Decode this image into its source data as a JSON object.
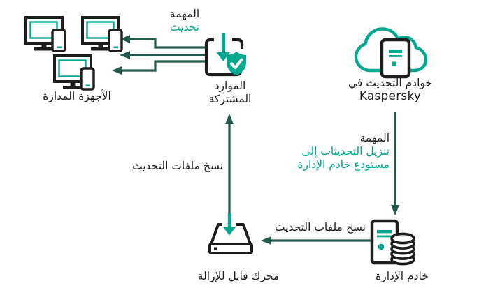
{
  "colors": {
    "brand_green": "#00A88E",
    "arrow_teal": "#26594D",
    "icon_black": "#1D1D1B"
  },
  "diagram": {
    "managed_devices_label": "الأجهزة المدارة",
    "shared_resources_label_1": "الموارد",
    "shared_resources_label_2": "المشتركة",
    "update_task_title": "المهمة",
    "update_task_action": "تحديث",
    "kaspersky_servers_label": "خوادم التحديث في",
    "kaspersky_brand": "Kaspersky",
    "download_task_title": "المهمة",
    "download_task_line1": "تنزيل التحديثات إلى",
    "download_task_line2": "مستودع خادم الإدارة",
    "copy_update_files_left": "نسخ ملفات التحديث",
    "copy_update_files_bottom": "نسخ ملفات التحديث",
    "admin_server_label": "خادم الإدارة",
    "removable_drive_label": "محرك قابل للإزالة"
  }
}
